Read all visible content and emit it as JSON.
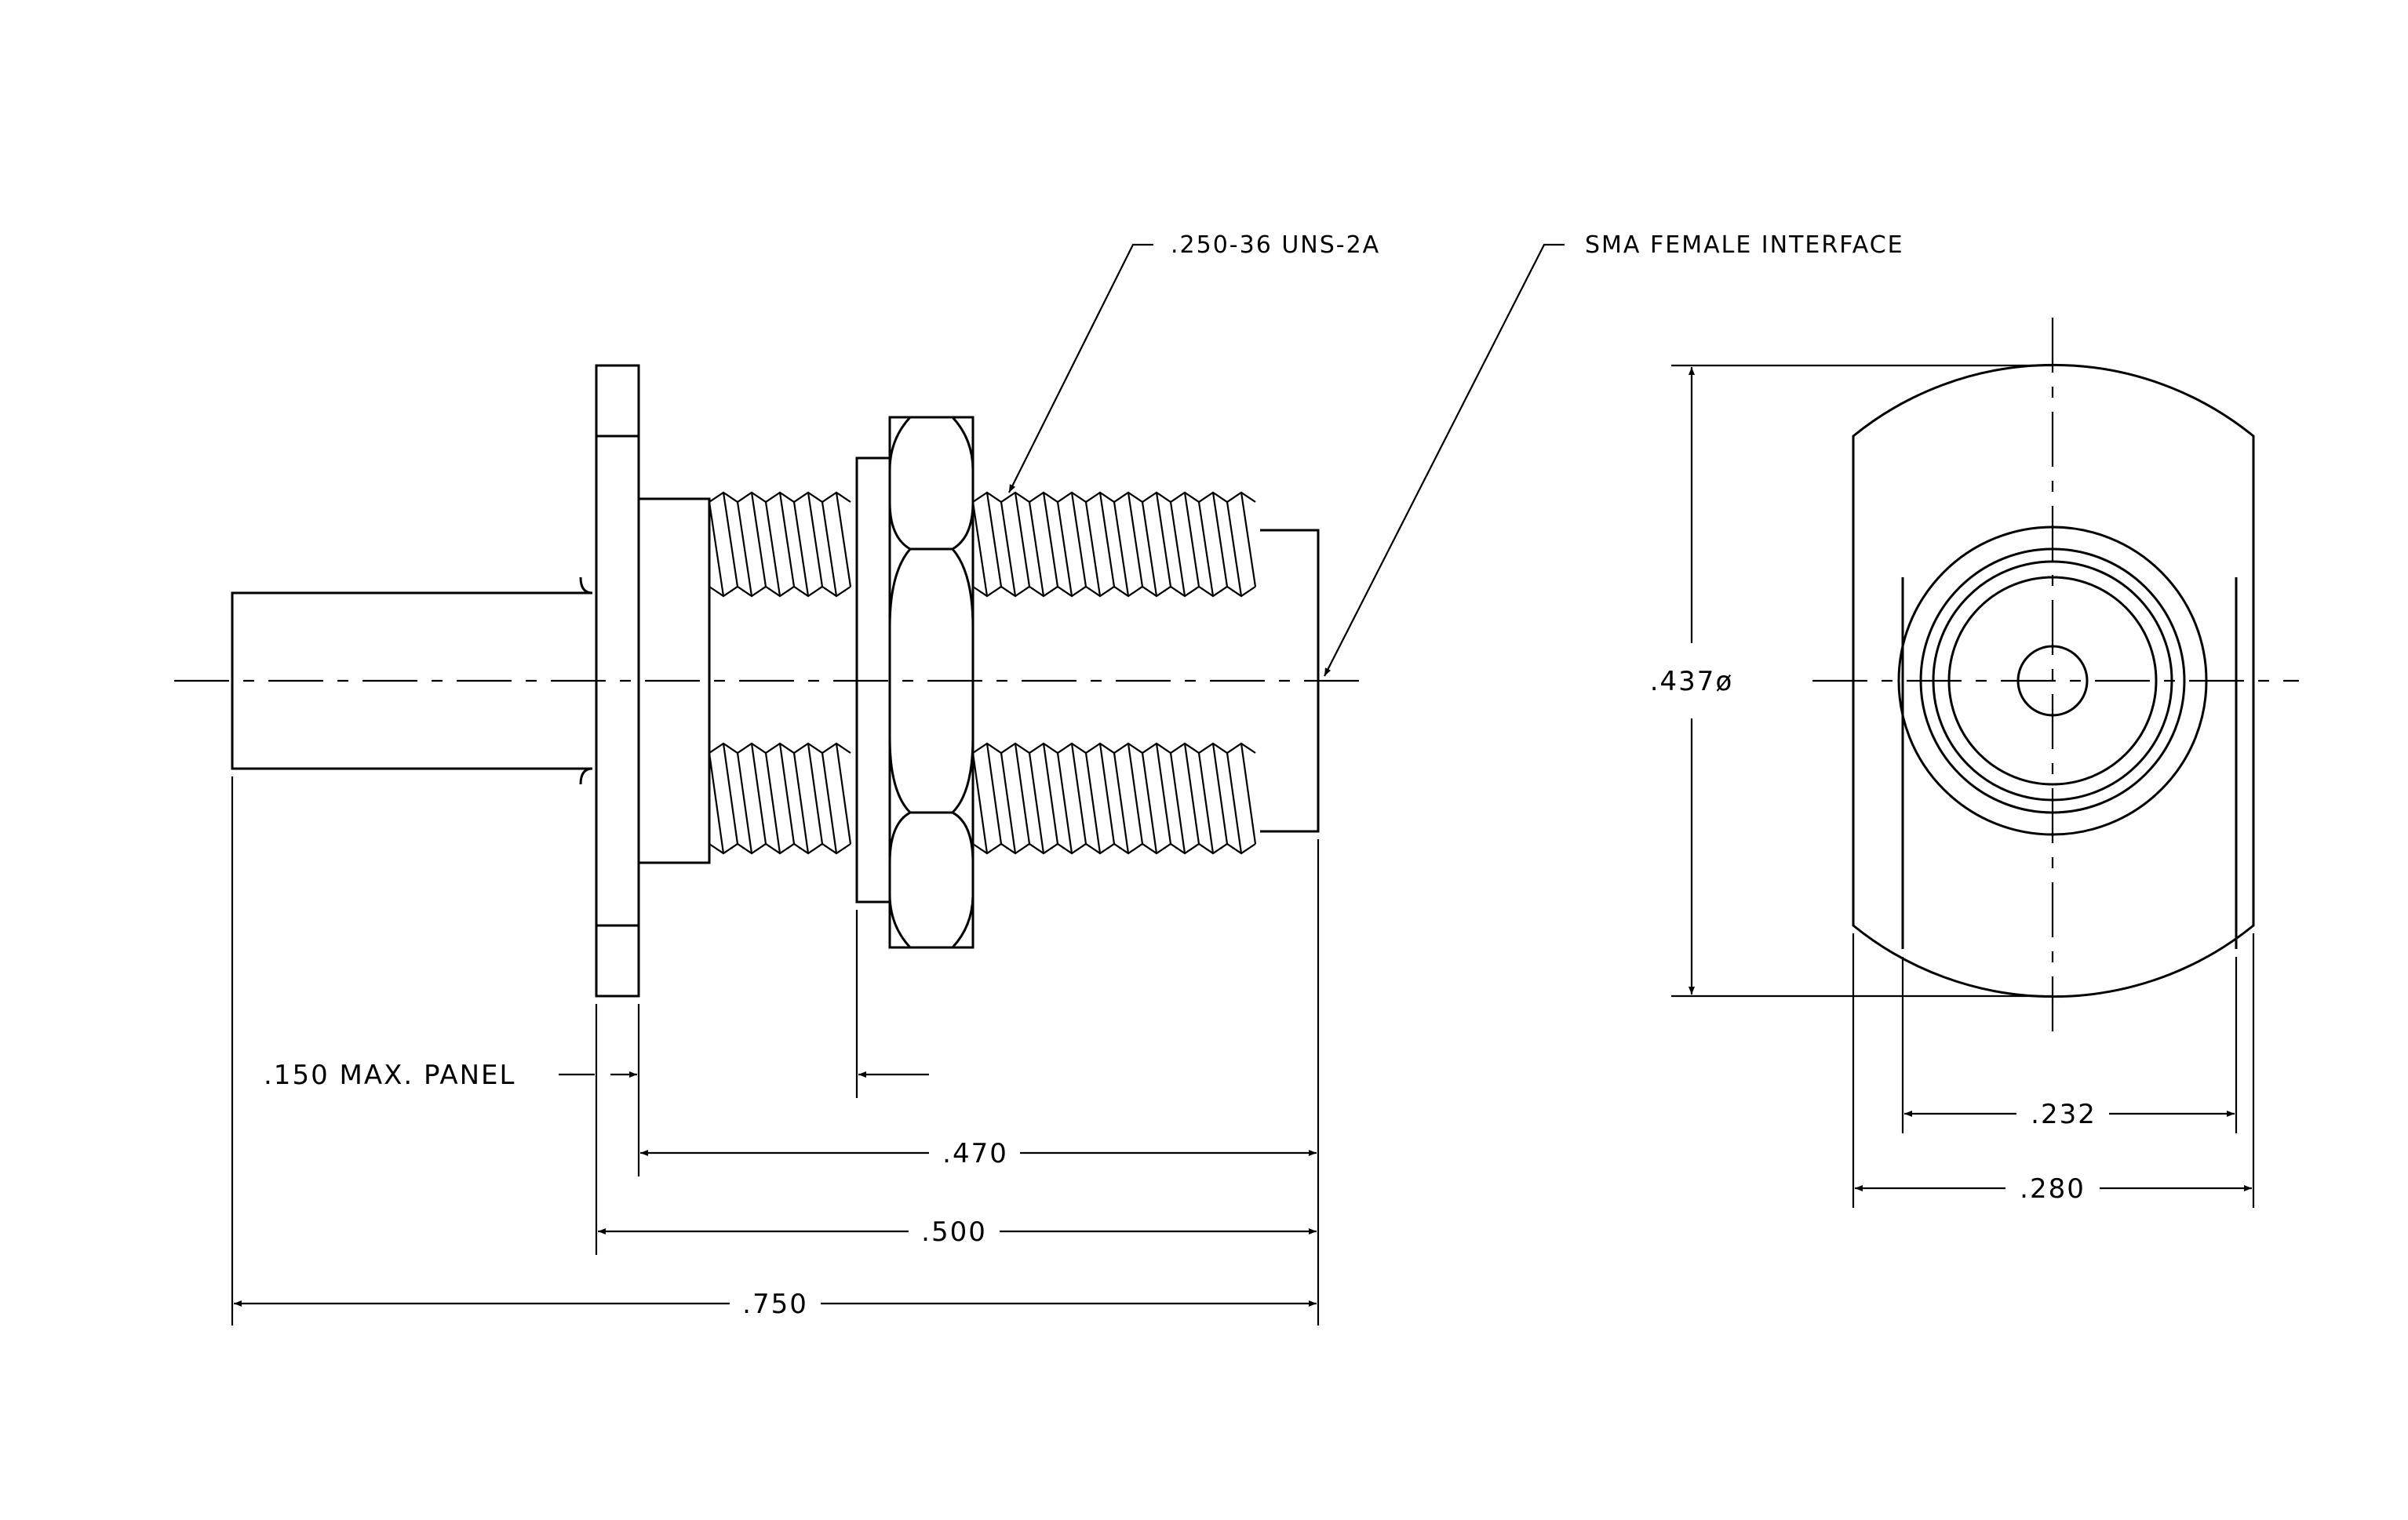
{
  "callouts": {
    "thread_spec": ".250-36 UNS-2A",
    "interface": "SMA FEMALE INTERFACE"
  },
  "dimensions": {
    "panel": ".150 MAX. PANEL",
    "d470": ".470",
    "d500": ".500",
    "d750": ".750",
    "dia437": ".437ø",
    "d232": ".232",
    "d280": ".280"
  }
}
